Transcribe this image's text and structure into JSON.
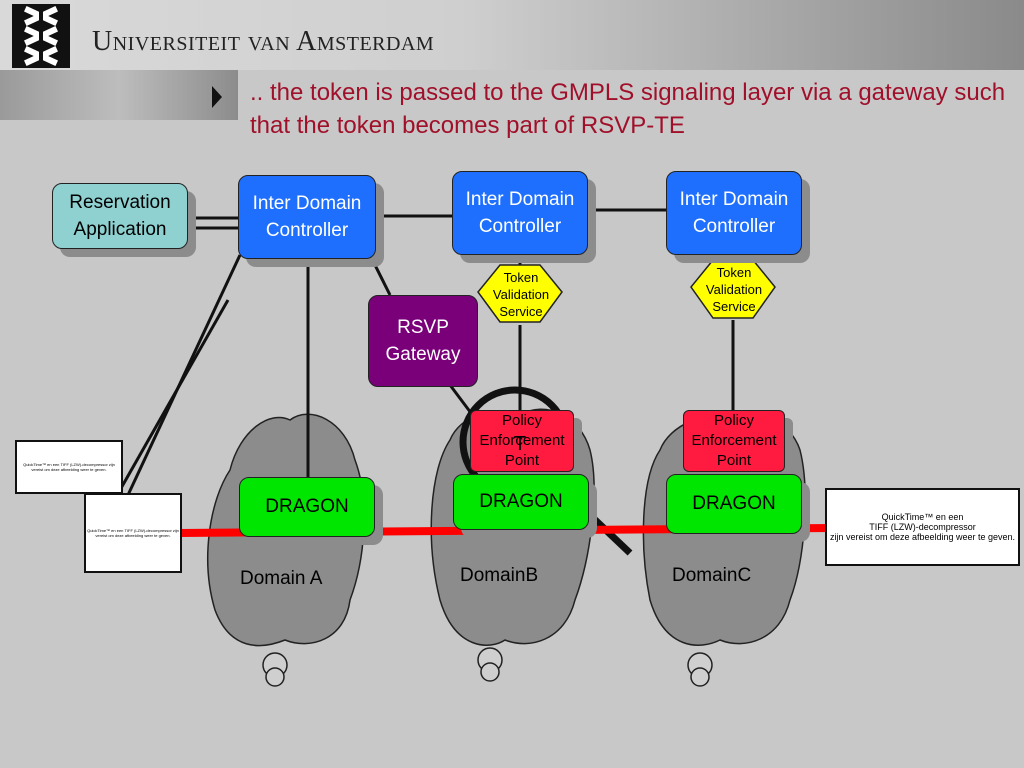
{
  "header": {
    "university_name": "Universiteit van Amsterdam",
    "headline": ".. the token is passed to the GMPLS signaling layer via a gateway such that the token becomes part of RSVP-TE"
  },
  "diagram": {
    "reservation_application": "Reservation Application",
    "idc_a": "Inter Domain Controller",
    "idc_b": "Inter Domain Controller",
    "idc_c": "Inter Domain Controller",
    "rsvp_gateway": "RSVP Gateway",
    "tvs_b": "Token Validation Service",
    "tvs_c": "Token Validation Service",
    "pep_b": "Policy Enforcement Point",
    "pep_c": "Policy Enforcement Point",
    "token": "T",
    "dragon_a": "DRAGON",
    "dragon_b": "DRAGON",
    "dragon_c": "DRAGON",
    "domain_a": "Domain A",
    "domain_b": "DomainB",
    "domain_c": "DomainC",
    "quicktime_small_1": "QuickTime™ en een TIFF (LZW)-decompressor zijn vereist om deze afbeelding weer te geven.",
    "quicktime_small_2": "QuickTime™ en een TIFF (LZW)-decompressor zijn vereist om deze afbeelding weer te geven.",
    "quicktime_large": "QuickTime™ en een\nTIFF (LZW)-decompressor\nzijn vereist om deze afbeelding weer te geven."
  },
  "colors": {
    "headline": "#a0102a",
    "idc": "#1f6fff",
    "dragon": "#00e600",
    "pep": "#ff1a40",
    "gateway": "#7a007a",
    "tvs": "#ffff00",
    "data_path": "#ff0000"
  }
}
